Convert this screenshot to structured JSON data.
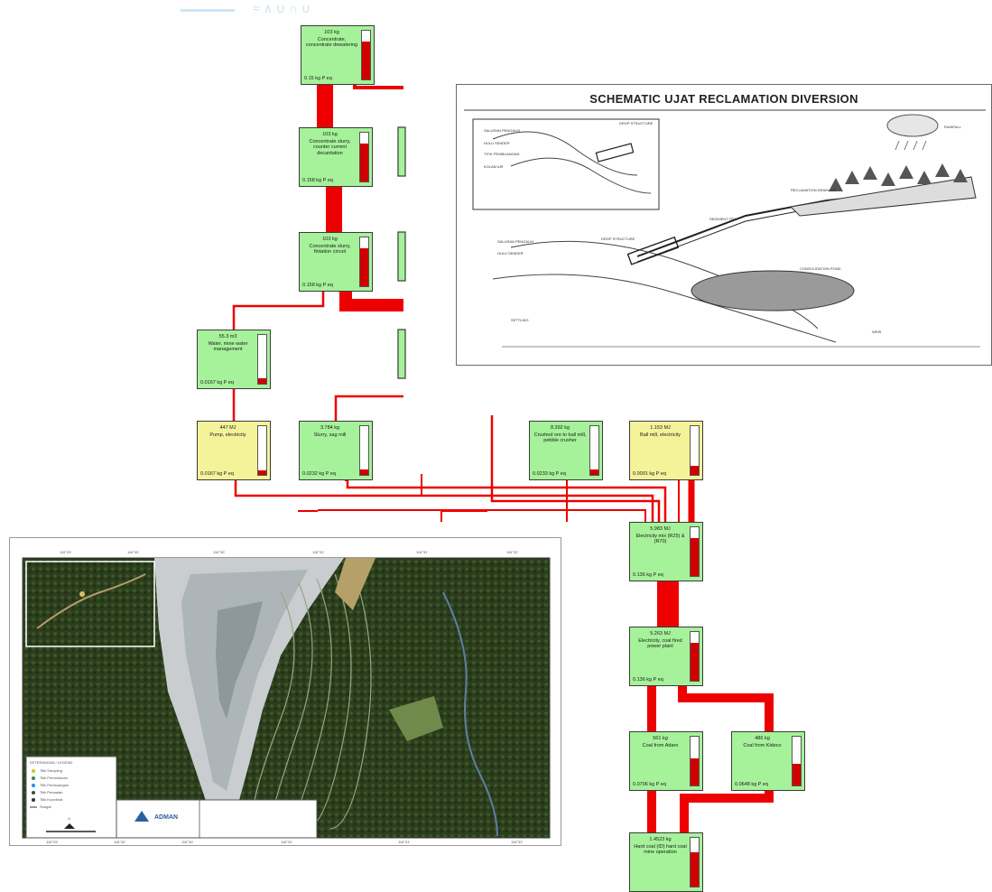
{
  "nodes": [
    {
      "id": "n1",
      "qty": "103 kg",
      "label": "Concentrate, concentrate dewatering",
      "indicator": "0.15 kg P eq",
      "fill": 0.78,
      "color": "green"
    },
    {
      "id": "n2",
      "qty": "103 kg",
      "label": "Concentrate slurry, counter current decantation",
      "indicator": "0.158 kg P eq",
      "fill": 0.78,
      "color": "green"
    },
    {
      "id": "n3",
      "qty": "103 kg",
      "label": "Concentrate slurry, flotation circuit",
      "indicator": "0.158 kg P eq",
      "fill": 0.78,
      "color": "green"
    },
    {
      "id": "n4",
      "qty": "55.3 m3",
      "label": "Water, mine water management",
      "indicator": "0.0167 kg P eq",
      "fill": 0.12,
      "color": "green"
    },
    {
      "id": "n5",
      "qty": "447 MJ",
      "label": "Pump, electricity",
      "indicator": "0.0167 kg P eq",
      "fill": 0.1,
      "color": "yellow"
    },
    {
      "id": "n6",
      "qty": "3.784 kg",
      "label": "Slurry, sag mill",
      "indicator": "0.0232 kg P eq",
      "fill": 0.12,
      "color": "green"
    },
    {
      "id": "n7",
      "qty": "8.392 kg",
      "label": "Crushed ore to ball mill, pebble crusher",
      "indicator": "0.0233 kg P eq",
      "fill": 0.12,
      "color": "green"
    },
    {
      "id": "n8",
      "qty": "1.153 MJ",
      "label": "Ball mill, electricity",
      "indicator": "0.0091 kg P eq",
      "fill": 0.18,
      "color": "yellow"
    },
    {
      "id": "n9",
      "qty": "5.983 MJ",
      "label": "Electricity mix (R25) & (R70)",
      "indicator": "0.136 kg P eq",
      "fill": 0.78,
      "color": "green"
    },
    {
      "id": "n10",
      "qty": "5.263 MJ",
      "label": "Electricity, coal fired power plant",
      "indicator": "0.136 kg P eq",
      "fill": 0.78,
      "color": "green"
    },
    {
      "id": "n11",
      "qty": "561 kg",
      "label": "Coal from Adaro",
      "indicator": "0.0706 kg P eq",
      "fill": 0.55,
      "color": "green"
    },
    {
      "id": "n12",
      "qty": "486 kg",
      "label": "Coal from Kideco",
      "indicator": "0.0648 kg P eq",
      "fill": 0.45,
      "color": "green"
    },
    {
      "id": "n13",
      "qty": "1.4523 kg",
      "label": "Hard coal (ID) hard coal mine operation",
      "indicator": "",
      "fill": 0.7,
      "color": "green"
    }
  ],
  "schematic": {
    "title": "SCHEMATIC UJAT RECLAMATION DIVERSION",
    "labels": [
      "DROP STRUCTURE",
      "RAINFALL",
      "RECLAMATION DRAINAGE",
      "SEDIMENT TRAP",
      "CONSOLIDATION POND",
      "SETTLING",
      "WEIR",
      "HULU SENDER"
    ]
  },
  "map": {
    "logo_text": "ADMAN",
    "legend_title": "KETERANGAN / LEGEND",
    "legend_items": [
      "Titik Sampling",
      "Titik Pemantauan",
      "Titik Pembuangan",
      "Titik Penaatan",
      "Titik Koordinat",
      "Sungai"
    ],
    "compass": "U",
    "coords_top": [
      "116°29'",
      "116°30'",
      "116°30'",
      "116°31'",
      "116°31'",
      "116°32'"
    ],
    "coords_bottom": [
      "116°29'",
      "116°30'",
      "116°30'",
      "116°31'",
      "116°31'",
      "116°32'"
    ]
  },
  "colors": {
    "flow": "#ee0000",
    "node_green": "#a6f29a",
    "node_yellow": "#f4f39a",
    "gauge": "#d00000"
  }
}
